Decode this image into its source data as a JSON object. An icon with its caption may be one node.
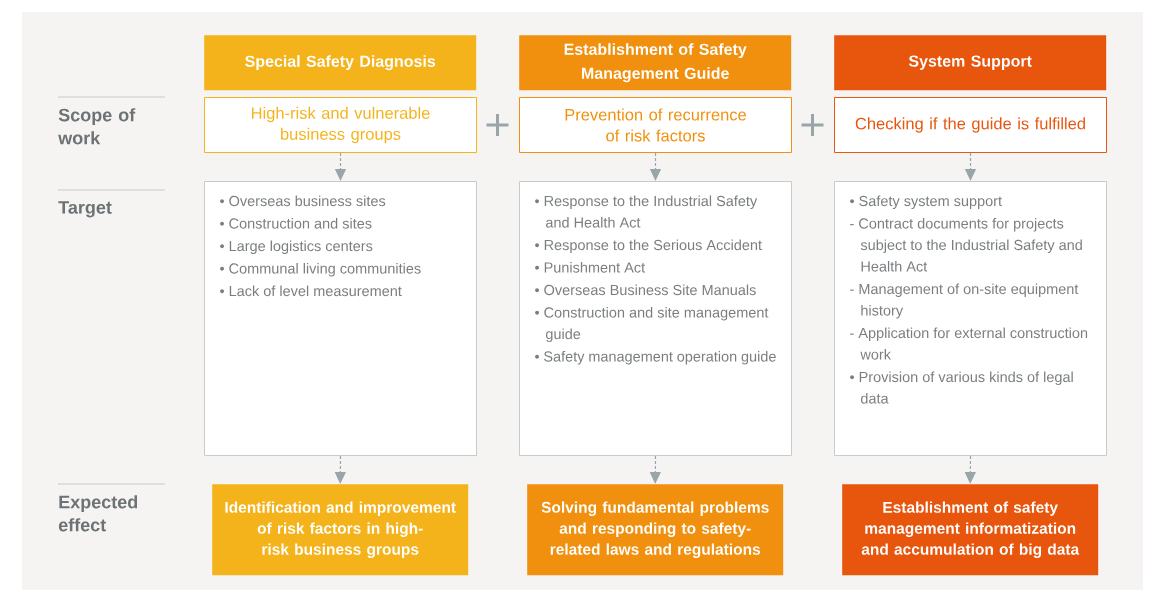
{
  "diagram": {
    "nodes": [
      {
        "text": [
          "Special Safety Diagnosis"
        ]
      },
      {
        "text": [
          "High-risk and vulnerable business groups"
        ]
      },
      {
        "text": [
          "• Overseas business sites",
          "• Construction and sites",
          "• Large logistics centers",
          "• Communal living communities",
          "• Lack of level measurement"
        ]
      },
      {
        "text": [
          "Identification and improvement of risk factors in high-risk business groups"
        ]
      },
      {
        "text": [
          "Establishment of Safety Management Guide"
        ]
      },
      {
        "text": [
          "Prevention of recurrence of risk factors"
        ]
      },
      {
        "text": [
          "• Response to the Industrial Safety and Health Act",
          "• Response to the Serious Accident",
          "• Punishment Act",
          "• Overseas Business Site Manuals",
          "• Construction and site management guide",
          "• Safety management operation guide"
        ]
      },
      {
        "text": [
          "Solving fundamental problems and responding to safety-related laws and regulations"
        ]
      },
      {
        "text": [
          "System Support"
        ]
      },
      {
        "text": [
          "Checking if the guide is fulfilled"
        ]
      },
      {
        "text": [
          "• Safety system support",
          "- Contract documents for projects subject to the Industrial Safety and Health Act",
          "- Management of on-site equipment history",
          "- Application for external construction work",
          "• Provision of various kinds of legal data"
        ]
      },
      {
        "text": [
          "Establishment of safety management informatization and accumulation of big data"
        ]
      }
    ],
    "edges": [
      {
        "from": 1,
        "to": 2,
        "arrow": "to",
        "style": "dashed"
      },
      {
        "from": 2,
        "to": 3,
        "arrow": "to",
        "style": "dashed"
      },
      {
        "from": 5,
        "to": 6,
        "arrow": "to",
        "style": "dashed"
      },
      {
        "from": 6,
        "to": 7,
        "arrow": "to",
        "style": "dashed"
      },
      {
        "from": 9,
        "to": 10,
        "arrow": "to",
        "style": "dashed"
      },
      {
        "from": 10,
        "to": 11,
        "arrow": "to",
        "style": "dashed"
      }
    ],
    "labels": [
      "Scope of work",
      "Target",
      "Expected effect"
    ]
  }
}
